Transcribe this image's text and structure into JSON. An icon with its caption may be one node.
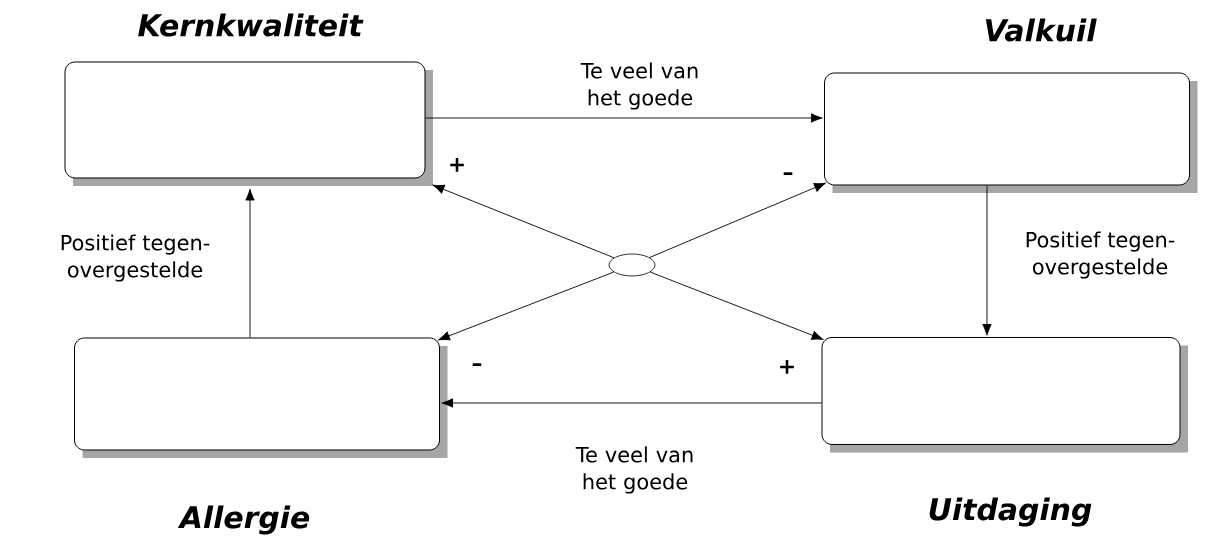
{
  "diagram": {
    "nodes": [
      {
        "text": [
          "Kernkwaliteit"
        ]
      },
      {
        "text": [
          "Valkuil"
        ]
      },
      {
        "text": [
          "Allergie"
        ]
      },
      {
        "text": [
          "Uitdaging"
        ]
      },
      {
        "text": [],
        "shape": "ellipse"
      }
    ],
    "edges": [
      {
        "from": 4,
        "to": 0,
        "arrow": "to"
      },
      {
        "from": 4,
        "to": 1,
        "arrow": "to"
      },
      {
        "from": 4,
        "to": 2,
        "arrow": "to"
      },
      {
        "from": 4,
        "to": 3,
        "arrow": "to"
      },
      {
        "from": 0,
        "to": 1,
        "arrow": "to",
        "label": "Te veel van het goede"
      },
      {
        "from": 1,
        "to": 3,
        "arrow": "to",
        "label": "Positief tegen- overgestelde"
      },
      {
        "from": 3,
        "to": 2,
        "arrow": "to",
        "label": "Te veel van het goede"
      },
      {
        "from": 2,
        "to": 0,
        "arrow": "to",
        "label": "Positief tegen- overgestelde"
      }
    ],
    "labels": [
      "+",
      "–",
      "–",
      "+"
    ]
  }
}
